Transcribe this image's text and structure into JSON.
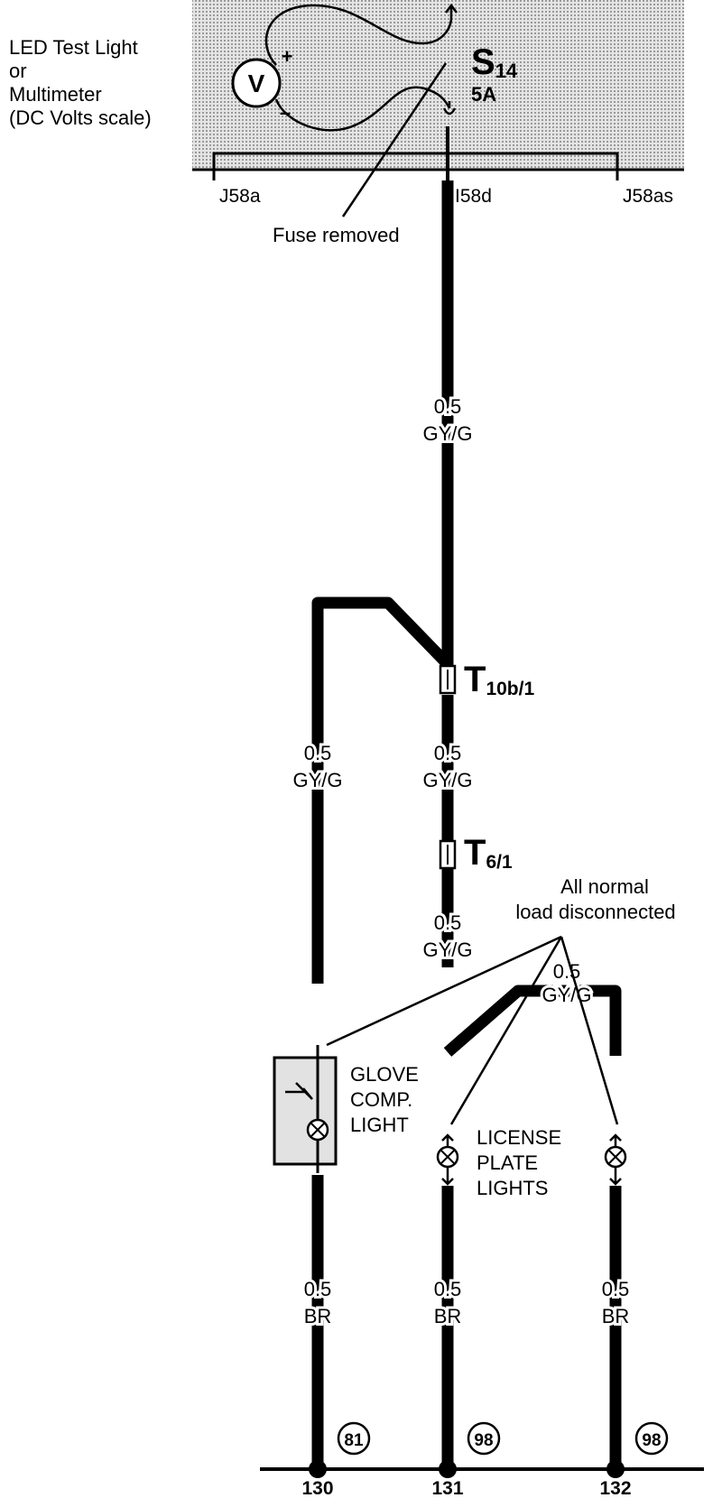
{
  "meter": {
    "lines": [
      "LED Test Light",
      "or",
      "Multimeter",
      "(DC Volts scale)"
    ],
    "symbol": "V",
    "plus": "+",
    "minus": "–"
  },
  "fuse": {
    "id_main": "S",
    "id_sub": "14",
    "rating": "5A",
    "removed_label": "Fuse removed"
  },
  "terminals": {
    "left": "J58a",
    "middle": "I58d",
    "right": "J58as"
  },
  "wires": {
    "w1": {
      "gauge": "0.5",
      "color": "GY/G"
    },
    "w2": {
      "gauge": "0.5",
      "color": "GY/G"
    },
    "w3": {
      "gauge": "0.5",
      "color": "GY/G"
    },
    "w4": {
      "gauge": "0.5",
      "color": "GY/G"
    },
    "w5": {
      "gauge": "0.5",
      "color": "GY/G"
    },
    "b1": {
      "gauge": "0.5",
      "color": "BR"
    },
    "b2": {
      "gauge": "0.5",
      "color": "BR"
    },
    "b3": {
      "gauge": "0.5",
      "color": "BR"
    }
  },
  "connectors": {
    "c1": {
      "main": "T",
      "sub": "10b/1"
    },
    "c2": {
      "main": "T",
      "sub": "6/1"
    }
  },
  "load_note": [
    "All normal",
    "load disconnected"
  ],
  "components": {
    "glove": [
      "GLOVE",
      "COMP.",
      "LIGHT"
    ],
    "license": [
      "LICENSE",
      "PLATE",
      "LIGHTS"
    ]
  },
  "grounds": [
    {
      "ref": "81",
      "node": "130"
    },
    {
      "ref": "98",
      "node": "131"
    },
    {
      "ref": "98",
      "node": "132"
    }
  ],
  "colors": {
    "ink": "#000000",
    "panel_shade": "#d6d6d6",
    "background": "#ffffff"
  }
}
